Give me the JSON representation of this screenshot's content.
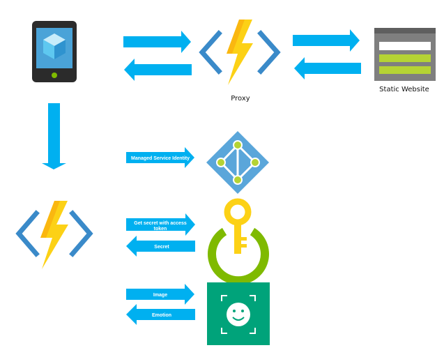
{
  "nodes": {
    "proxy": {
      "label": "Proxy",
      "icon": "azure-function-icon"
    },
    "static_website": {
      "label": "Static Website",
      "icon": "static-website-icon"
    },
    "mobile_app": {
      "icon": "mobile-device-icon"
    },
    "function_app": {
      "icon": "azure-function-icon"
    },
    "managed_identity": {
      "icon": "managed-identity-icon"
    },
    "key_vault": {
      "icon": "key-vault-icon"
    },
    "face_api": {
      "icon": "face-recognition-icon"
    }
  },
  "edges": {
    "managed_identity": "Managed Service Identity",
    "get_secret_line1": "Get secret with access",
    "get_secret_line2": "token",
    "secret": "Secret",
    "image": "Image",
    "emotion": "Emotion"
  },
  "colors": {
    "arrow": "#00b0f0",
    "bolt": "#fcd116",
    "bolt_shade": "#f8a20c",
    "bracket": "#3a8ac9",
    "phone": "#2b2b2b",
    "cube": "#5ec8f0",
    "identity_bg": "#5aa6da",
    "identity_node": "#b5d334",
    "keyvault_key": "#fcd116",
    "keyvault_ring": "#7fba00",
    "face_bg": "#00a37a",
    "website_gray": "#7f7f7f",
    "website_green": "#b5d334"
  }
}
